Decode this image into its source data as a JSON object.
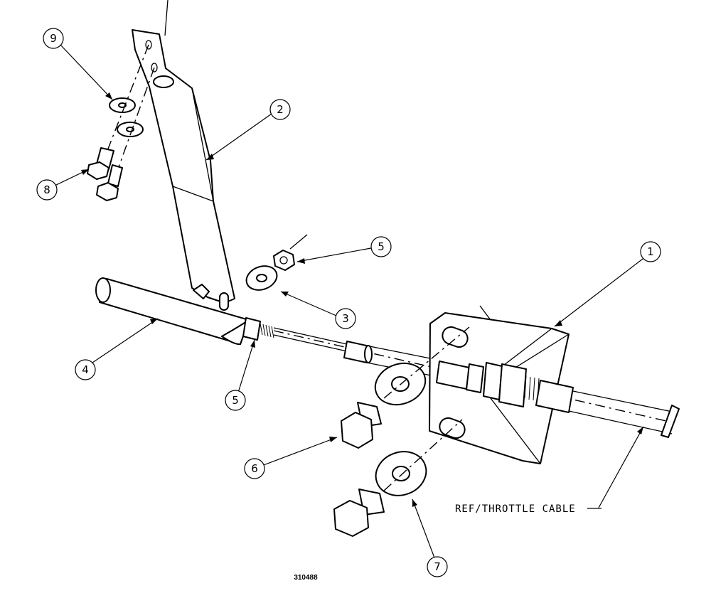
{
  "callouts": {
    "c1": "1",
    "c2": "2",
    "c3": "3",
    "c4": "4",
    "c5a": "5",
    "c5b": "5",
    "c6": "6",
    "c7": "7",
    "c8": "8",
    "c9": "9"
  },
  "reference_note": "REF/THROTTLE CABLE",
  "drawing_number": "310488"
}
